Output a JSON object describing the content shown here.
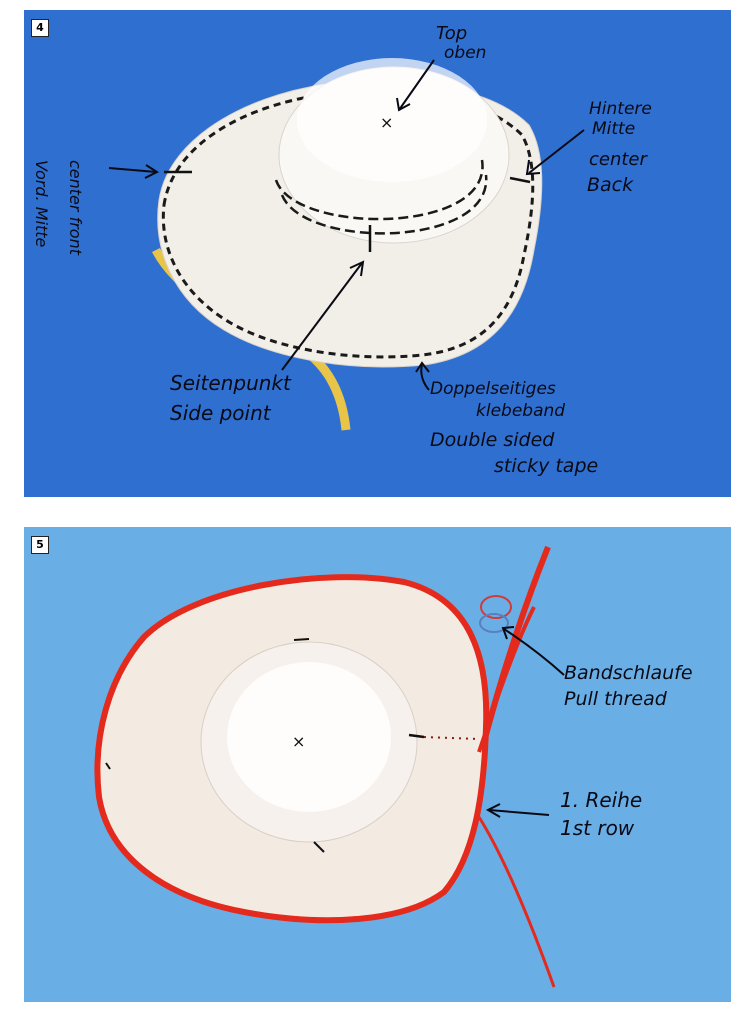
{
  "panels": [
    {
      "number": "4",
      "labels": {
        "top": "Top",
        "top_de": "oben",
        "back_de_1": "Hintere",
        "back_de_2": "Mitte",
        "back_en_1": "center",
        "back_en_2": "Back",
        "front_de": "Vord. Mitte",
        "front_en": "center front",
        "side_de": "Seitenpunkt",
        "side_en": "Side point",
        "tape_de_1": "Doppelseitiges",
        "tape_de_2": "klebeband",
        "tape_en_1": "Double sided",
        "tape_en_2": "sticky tape"
      }
    },
    {
      "number": "5",
      "labels": {
        "pull_de": "Bandschlaufe",
        "pull_en": "Pull thread",
        "row_de": "1. Reihe",
        "row_en": "1st row"
      }
    }
  ],
  "colors": {
    "panel4_bg": "#2f6fd0",
    "panel5_bg": "#6aaee6",
    "hat": "#f2efe9",
    "trim": "#e42a1c",
    "tape": "#e8c548"
  }
}
